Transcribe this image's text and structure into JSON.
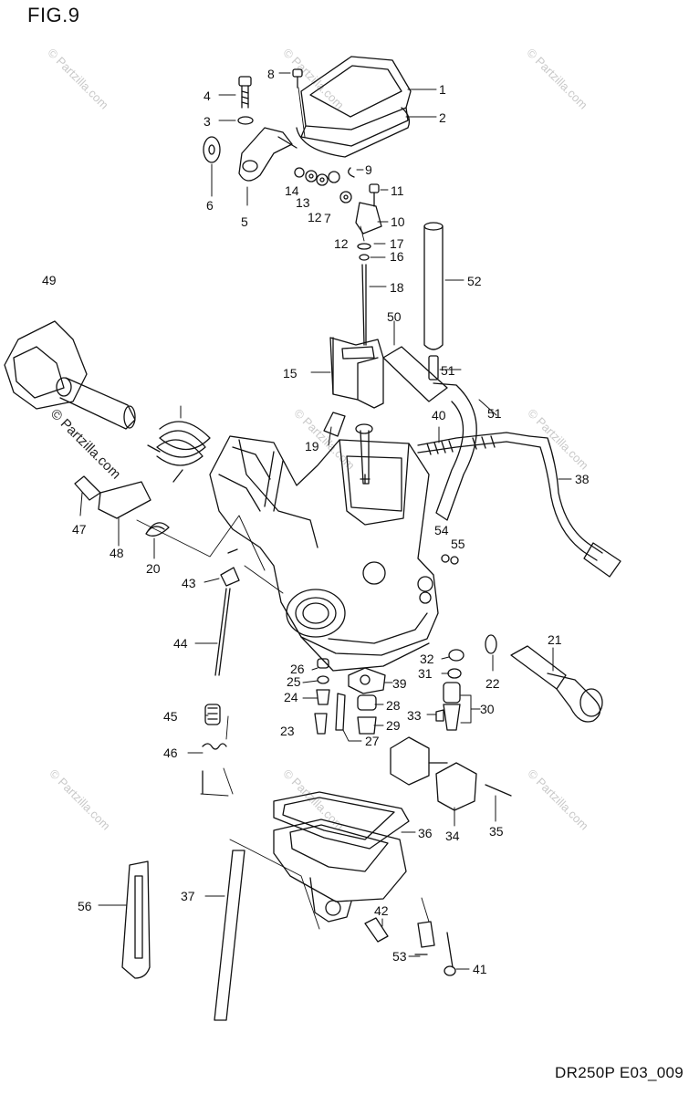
{
  "figure_label": "FIG.9",
  "code": "DR250P E03_009",
  "watermark": "© Partzilla.com",
  "parts": [
    "1",
    "2",
    "3",
    "4",
    "5",
    "6",
    "7",
    "8",
    "9",
    "10",
    "11",
    "12",
    "12",
    "13",
    "14",
    "15",
    "16",
    "17",
    "18",
    "19",
    "20",
    "21",
    "22",
    "23",
    "24",
    "25",
    "26",
    "27",
    "28",
    "29",
    "30",
    "31",
    "32",
    "33",
    "34",
    "35",
    "36",
    "37",
    "38",
    "39",
    "40",
    "41",
    "42",
    "43",
    "44",
    "45",
    "46",
    "47",
    "48",
    "49",
    "50",
    "51",
    "51",
    "52",
    "53",
    "54",
    "55",
    "56",
    "57"
  ]
}
